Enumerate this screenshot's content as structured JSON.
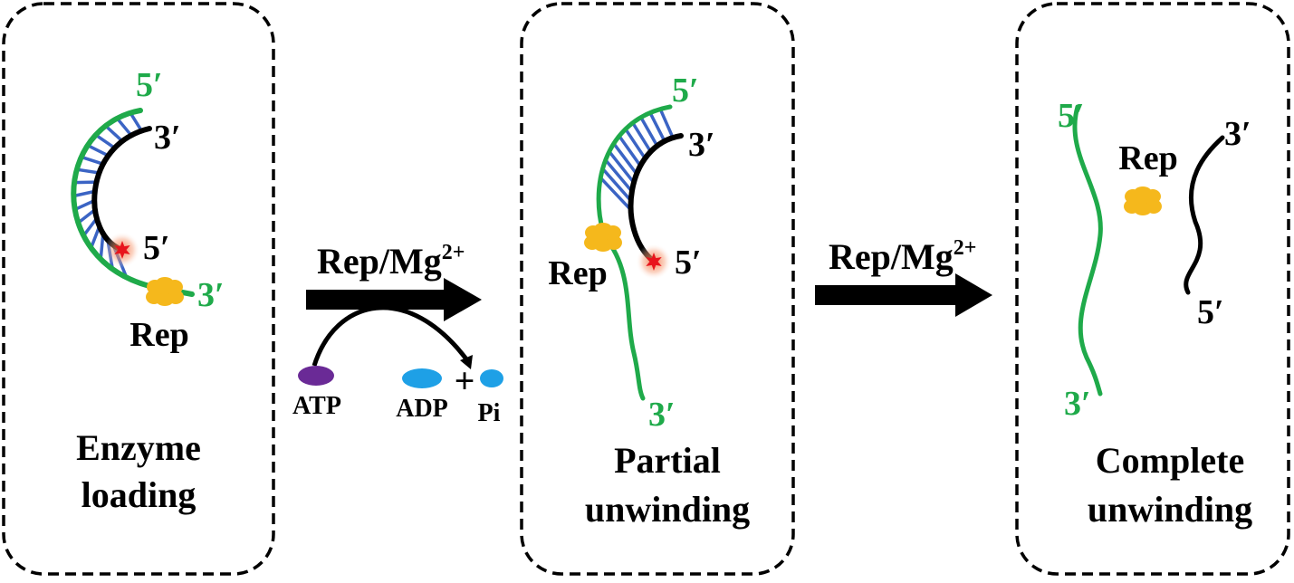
{
  "colors": {
    "green_strand": "#1faa4a",
    "blue_basepair": "#3b64c4",
    "rep_enzyme": "#f5b81c",
    "fluorophore": "#e8141c",
    "atp": "#6a2a96",
    "adp": "#1ea0e6"
  },
  "icons": {
    "enzyme": "rep-enzyme-blob-icon",
    "fluorophore": "red-star-icon",
    "reaction_arrow": "black-arrow-icon"
  },
  "panels": [
    {
      "id": "loading",
      "label_lines": [
        "Enzyme",
        "loading"
      ],
      "enzyme": "Rep",
      "ends": {
        "green_top": "5′",
        "green_bottom": "3′",
        "black_top": "3′",
        "black_bottom": "5′"
      }
    },
    {
      "id": "partial",
      "label_lines": [
        "Partial",
        "unwinding"
      ],
      "enzyme": "Rep",
      "ends": {
        "green_top": "5′",
        "green_bottom": "3′",
        "black_top": "3′",
        "black_bottom": "5′"
      }
    },
    {
      "id": "complete",
      "label_lines": [
        "Complete",
        "unwinding"
      ],
      "enzyme": "Rep",
      "ends": {
        "green_top": "5′",
        "green_bottom": "3′",
        "black_top": "3′",
        "black_bottom": "5′"
      }
    }
  ],
  "arrows": [
    {
      "label_main": "Rep/Mg",
      "label_sup": "2+"
    },
    {
      "label_main": "Rep/Mg",
      "label_sup": "2+"
    }
  ],
  "reaction": {
    "substrate": "ATP",
    "product": "ADP",
    "plus": "+",
    "byproduct": "Pi"
  }
}
